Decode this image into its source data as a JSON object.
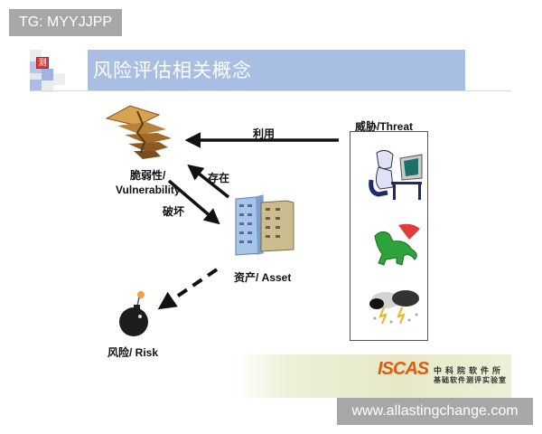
{
  "watermarks": {
    "top_left": "TG: MYYJJPP",
    "bottom_right": "www.allastingchange.com"
  },
  "slide": {
    "title": "风险评估相关概念",
    "logo_glyph": "测",
    "colors": {
      "title_bar": "#a9bee3",
      "logo_red": "#d63a3a",
      "arrow": "#111111",
      "watermark_bg": "#a7a7a7"
    }
  },
  "diagram": {
    "nodes": {
      "vulnerability": {
        "label_cn": "脆弱性/",
        "label_en": "Vulnerability",
        "icon": "cracked-wall-icon"
      },
      "asset": {
        "label": "资产/ Asset",
        "icon": "buildings-icon"
      },
      "risk": {
        "label": "风险/ Risk",
        "icon": "bomb-icon"
      },
      "threat": {
        "label": "威胁/Threat",
        "icons": [
          "hacker-at-computer-icon",
          "dragon-icon",
          "storm-cloud-icon"
        ]
      }
    },
    "edges": [
      {
        "from": "threat",
        "to": "vulnerability",
        "label": "利用",
        "style": "solid"
      },
      {
        "from": "asset",
        "to": "vulnerability",
        "label": "存在",
        "style": "solid"
      },
      {
        "from": "vulnerability",
        "to": "asset",
        "label": "破坏",
        "style": "solid"
      },
      {
        "from": "asset",
        "to": "risk",
        "label": "",
        "style": "dashed"
      }
    ]
  },
  "footer": {
    "brand": "ISCAS",
    "org_line1": "中科院软件所",
    "org_line2": "基础软件测评实验室"
  }
}
